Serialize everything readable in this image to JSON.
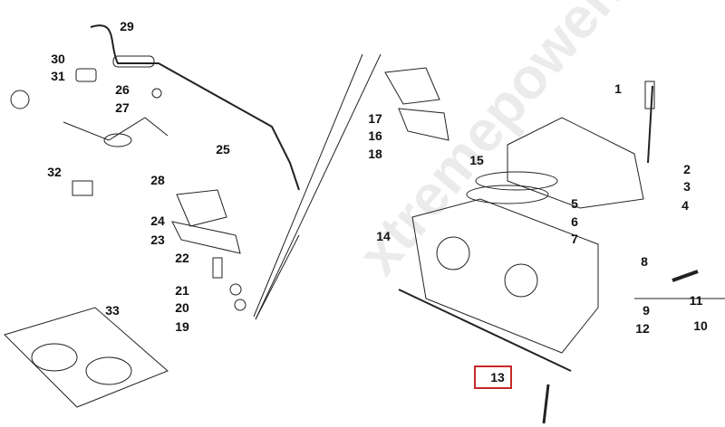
{
  "diagram": {
    "callouts": [
      "1",
      "2",
      "3",
      "4",
      "5",
      "6",
      "7",
      "8",
      "9",
      "10",
      "11",
      "12",
      "13",
      "14",
      "15",
      "16",
      "17",
      "18",
      "19",
      "20",
      "21",
      "22",
      "23",
      "24",
      "25",
      "26",
      "27",
      "28",
      "29",
      "30",
      "31",
      "32",
      "33"
    ],
    "highlighted": "13",
    "highlight_color": "#c62828",
    "watermark": "xtremepower.ru"
  }
}
